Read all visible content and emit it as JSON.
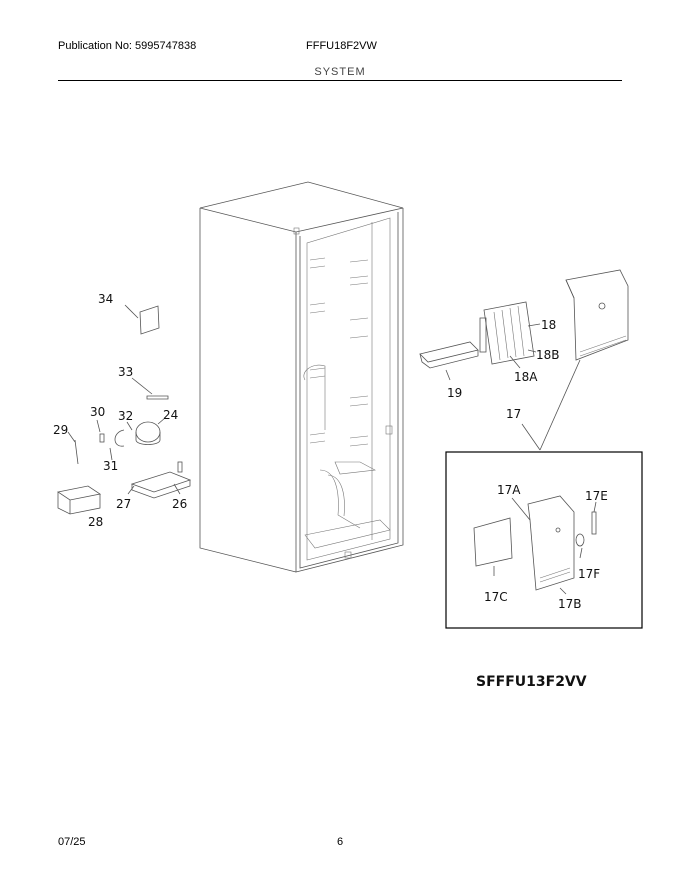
{
  "header": {
    "publication": "Publication No: 5995747838",
    "model": "FFFU18F2VW",
    "section": "SYSTEM"
  },
  "callouts": {
    "c34": "34",
    "c33": "33",
    "c30": "30",
    "c32": "32",
    "c24": "24",
    "c29": "29",
    "c31": "31",
    "c27": "27",
    "c26": "26",
    "c28": "28",
    "c18": "18",
    "c18b": "18B",
    "c18a": "18A",
    "c19": "19",
    "c17": "17",
    "c17a": "17A",
    "c17e": "17E",
    "c17f": "17F",
    "c17c": "17C",
    "c17b": "17B"
  },
  "model_label": "SFFFU13F2VV",
  "footer": {
    "date": "07/25",
    "page": "6"
  }
}
